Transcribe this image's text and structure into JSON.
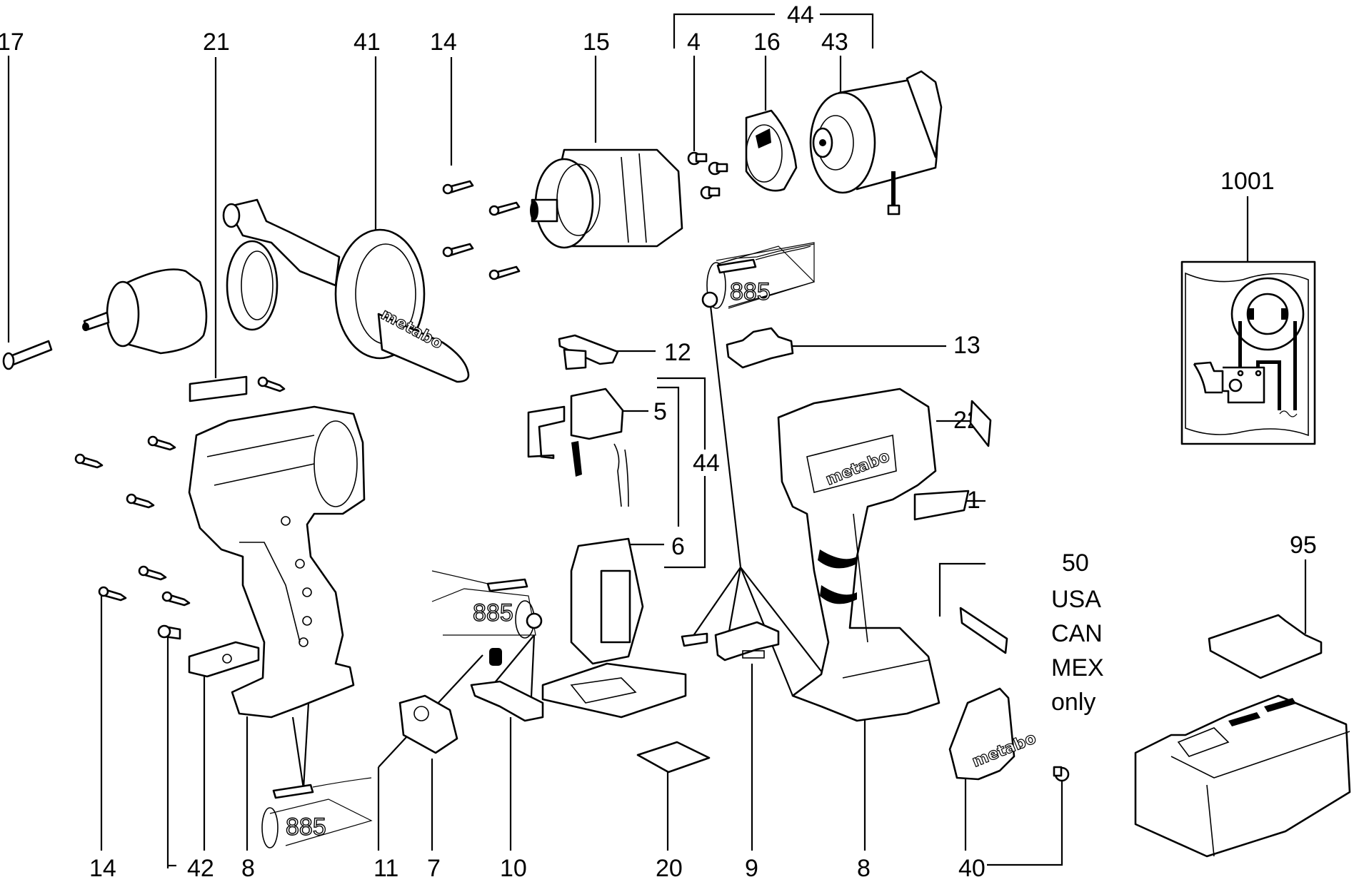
{
  "diagram": {
    "type": "exploded-parts-diagram",
    "brand": "metabo",
    "callouts": {
      "p17": "17",
      "p21_top": "21",
      "p41": "41",
      "p14_top": "14",
      "p15": "15",
      "p44_top": "44",
      "p4": "4",
      "p16": "16",
      "p43": "43",
      "p1001": "1001",
      "p12": "12",
      "p13": "13",
      "p5": "5",
      "p44_mid": "44",
      "p6": "6",
      "p22": "22",
      "p21_right": "21",
      "p50": "50",
      "p95": "95",
      "p14_bottom": "14",
      "p42": "42",
      "p8_left": "8",
      "p11": "11",
      "p7": "7",
      "p10": "10",
      "p20": "20",
      "p9": "9",
      "p8_right": "8",
      "p40": "40"
    },
    "grease_labels": [
      "885",
      "885",
      "885"
    ],
    "region_note": [
      "USA",
      "CAN",
      "MEX",
      "only"
    ],
    "brand_marks": [
      "metabo",
      "metabo",
      "metabo"
    ]
  }
}
